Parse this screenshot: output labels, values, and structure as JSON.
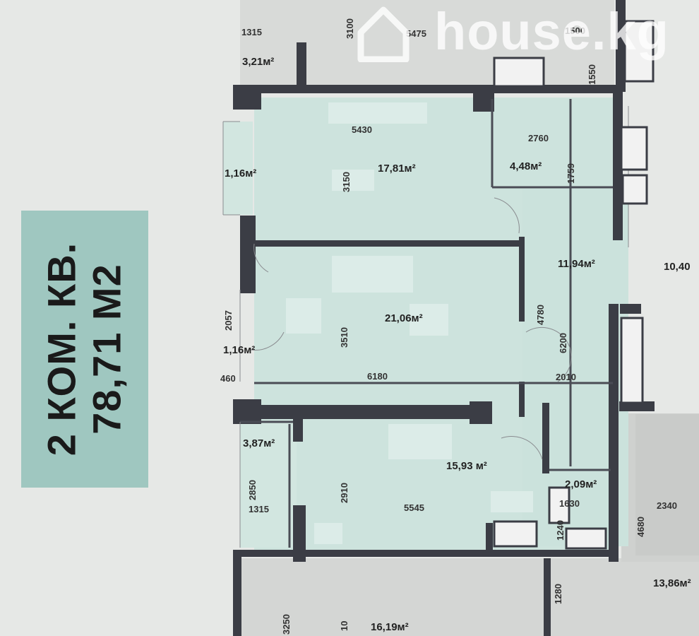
{
  "caption": {
    "line1": "2 КОМ. КВ.",
    "line2": "78,71 М2"
  },
  "watermark": {
    "text": "house.kg"
  },
  "colors": {
    "background": "#e6e8e6",
    "apartment_fill": "#cde3dd",
    "wall": "#3b3d45",
    "caption_box": "#9fc7c0",
    "neighbor_fill": "#d4d6d4"
  },
  "rooms": [
    {
      "id": "living-top",
      "area": "17,81м²"
    },
    {
      "id": "bathroom-top",
      "area": "4,48м²"
    },
    {
      "id": "balcony-top",
      "area": "1,16м²"
    },
    {
      "id": "hall",
      "area": "11,94м²"
    },
    {
      "id": "living-middle",
      "area": "21,06м²"
    },
    {
      "id": "balcony-middle",
      "area": "1,16м²"
    },
    {
      "id": "bedroom",
      "area": "15,93 м²"
    },
    {
      "id": "balcony-bottom",
      "area": "3,87м²"
    },
    {
      "id": "bathroom-bottom",
      "area": "2,09м²"
    },
    {
      "id": "neighbor-top",
      "area": "3,21м²"
    },
    {
      "id": "neighbor-right",
      "area": "13,86м²"
    },
    {
      "id": "neighbor-bottom",
      "area": "16,19м²"
    },
    {
      "id": "neighbor-far-right",
      "area": "10,40"
    }
  ],
  "dimensions": [
    "1315",
    "3100",
    "5475",
    "1500",
    "1550",
    "5430",
    "3150",
    "2760",
    "1759",
    "2057",
    "460",
    "3510",
    "6180",
    "4780",
    "6200",
    "2010",
    "2850",
    "1315",
    "2910",
    "5545",
    "1630",
    "1240",
    "4680",
    "2340",
    "1280",
    "3250",
    "10"
  ]
}
